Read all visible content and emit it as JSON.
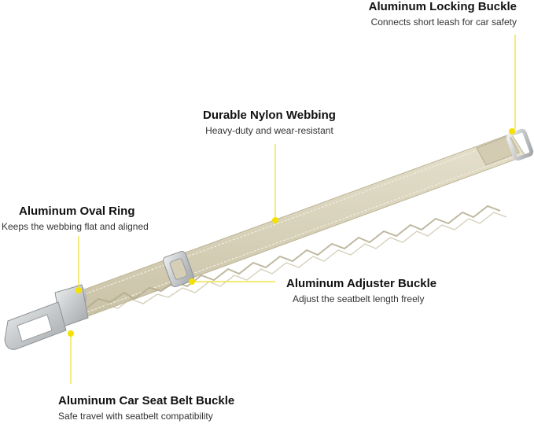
{
  "callouts": {
    "locking_buckle": {
      "title": "Aluminum Locking Buckle",
      "subtitle": "Connects short leash for car safety"
    },
    "nylon_webbing": {
      "title": "Durable Nylon Webbing",
      "subtitle": "Heavy-duty and wear-resistant"
    },
    "oval_ring": {
      "title": "Aluminum Oval Ring",
      "subtitle": "Keeps the webbing flat and aligned"
    },
    "adjuster_buckle": {
      "title": "Aluminum Adjuster Buckle",
      "subtitle": "Adjust the seatbelt length freely"
    },
    "car_buckle": {
      "title": "Aluminum Car Seat Belt Buckle",
      "subtitle": "Safe travel with seatbelt compatibility"
    }
  },
  "colors": {
    "accent_line": "#f2e24a",
    "accent_dot": "#f5e100",
    "webbing": "#d9d3bd",
    "webbing_edge": "#c6bfa3",
    "pattern": "#b9b196",
    "metal": "#c9cbcc",
    "metal_dark": "#9a9d9f"
  }
}
